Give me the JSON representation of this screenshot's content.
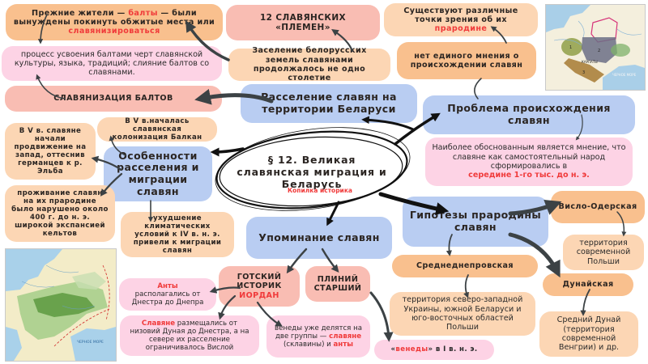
{
  "center": {
    "title": "§ 12. Великая славянская миграция и Беларусь",
    "subtitle": "Копилка историка"
  },
  "balts": {
    "former_prefix": "Прежние жители — ",
    "former_balts": "балты",
    "former_mid": " — были вынуждены покинуть обжитые места или ",
    "former_slav": "славянизироваться",
    "process": "процесс усвоения балтами черт славянской культуры, языка, традиций; слияние балтов со славянами.",
    "slavization": "СЛАВЯНИЗАЦИЯ БАЛТОВ"
  },
  "settlement": {
    "tribes": "12 СЛАВЯНСКИХ «ПЛЕМЕН»",
    "continued": "Заселение белорусских земель славянами продолжалось не одно столетие",
    "title": "Расселение славян на территории Беларуси"
  },
  "origin": {
    "views_prefix": "Существуют различные точки зрения об их ",
    "views_red": "прародине",
    "no_opinion": "нет единого мнения о происхождении славян",
    "title": "Проблема происхождения славян",
    "grounded_text": "Наиболее обоснованным является мнение, что славяне как самостоятельный народ сформировались в",
    "grounded_red": "середине 1-го тыс. до н. э."
  },
  "migration": {
    "title": "Особенности расселения и миграции славян",
    "balkans": "В V в.началась славянская колонизация Балкан",
    "west": "В V в. славяне начали продвижение на запад, оттеснив германцев к р. Эльба",
    "celts": "проживание славян на их прародине было нарушено около 400 г. до н. э. широкой экспансией кельтов",
    "climate": "ухудшение климатических условий к IV в. н. э. привели к миграции славян"
  },
  "mentions": {
    "title": "Упоминание славян",
    "gothic_l1": "ГОТСКИЙ",
    "gothic_l2": "ИСТОРИК",
    "gothic_red": "ИОРДАН",
    "pliny": "ПЛИНИЙ СТАРШИЙ",
    "antes_red": "Анты",
    "antes_text": "располагались от Днестра до Днепра",
    "slavs_red": "Славяне",
    "slavs_text": " размещались от низовий Дуная до Днестра, а на севере их расселение ограничивалось Вислой",
    "veneti_split_text": "венеды уже делятся на две группы — ",
    "veneti_split_red1": "славяне",
    "veneti_split_mid": " (склавины) и ",
    "veneti_split_red2": "анты",
    "veneti_open": "«",
    "veneti_red": "венеды",
    "veneti_close": "» в I в. н. э."
  },
  "hypotheses": {
    "title": "Гипотезы прародины славян",
    "vistula_oder": "Висло-Одерская",
    "poland": "территория современной Польши",
    "middle_dnieper": "Среднеднепровская",
    "middle_dnieper_desc": "территория северо-западной Украины, южной Беларуси и юго-восточных областей Польши",
    "danube": "Дунайская",
    "danube_desc": "Средний Дунай (территория современной Венгрии) и др."
  },
  "map_top": {
    "label_carpathians": "КАРПАТЫ",
    "label_sea": "ЧЕРНОЕ МОРЕ",
    "zone_1": "1",
    "zone_2": "2",
    "zone_3": "3"
  },
  "map_bottom": {
    "label_sea": "ЧЕРНОЕ МОРЕ"
  },
  "colors": {
    "peach": "#fcd6b4",
    "orange": "#f9c08e",
    "salmon": "#f9bdb3",
    "pink": "#fdd3e5",
    "blue": "#b9cdf2",
    "accent_red": "#f03a3a",
    "arrow": "#3c4245"
  }
}
